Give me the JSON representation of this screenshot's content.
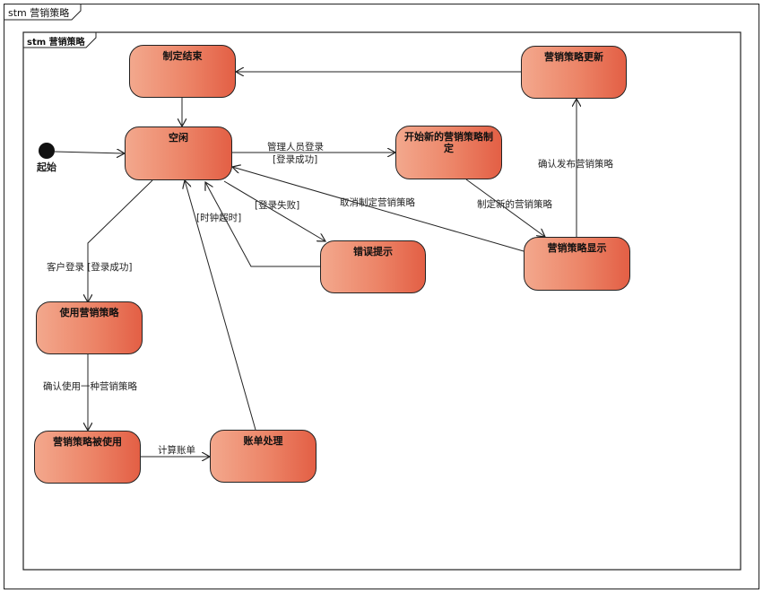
{
  "frames": {
    "outer_title": "stm 营销策略",
    "inner_title": "stm 营销策略"
  },
  "initial": {
    "label": "起始"
  },
  "states": {
    "make_plan": "制定结束",
    "strategy_update": "营销策略更新",
    "idle": "空闲",
    "start_new": "开始新的营销策略制定",
    "error": "错误提示",
    "strategy_display": "营销策略显示",
    "use_strategy": "使用营销策略",
    "strategy_used": "营销策略被使用",
    "bill_processing": "账单处理"
  },
  "transitions": {
    "admin_login": "管理人员登录",
    "login_success": "[登录成功]",
    "login_fail": "[登录失败]",
    "cancel_make": "取消制定营销策略",
    "timeout": "[时钟超时]",
    "make_new": "制定新的营销策略",
    "confirm_publish": "确认发布营销策略",
    "customer_login": "客户登录 [登录成功]",
    "confirm_use": "确认使用一种营销策略",
    "calc_bill": "计算账单"
  }
}
